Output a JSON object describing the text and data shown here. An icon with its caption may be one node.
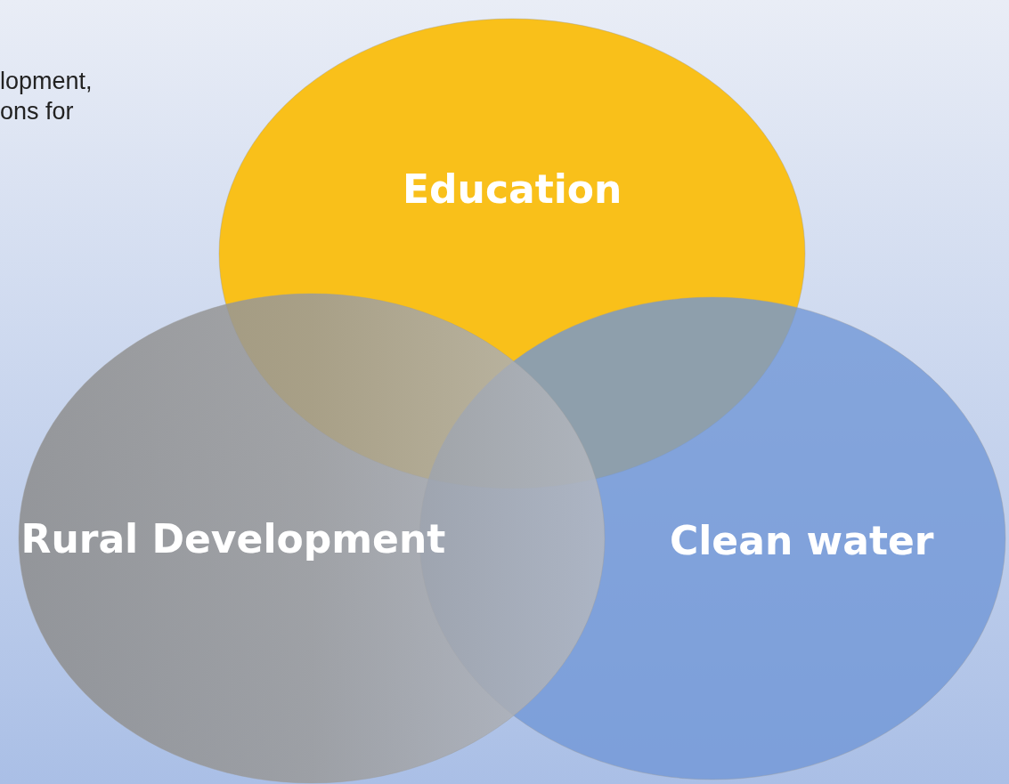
{
  "diagram": {
    "nodes": [
      {
        "text": [
          "Education"
        ]
      },
      {
        "text": [
          "Clean water"
        ]
      },
      {
        "text": [
          "Rural Development"
        ]
      }
    ],
    "labels": [
      "lopment, ons for"
    ]
  }
}
